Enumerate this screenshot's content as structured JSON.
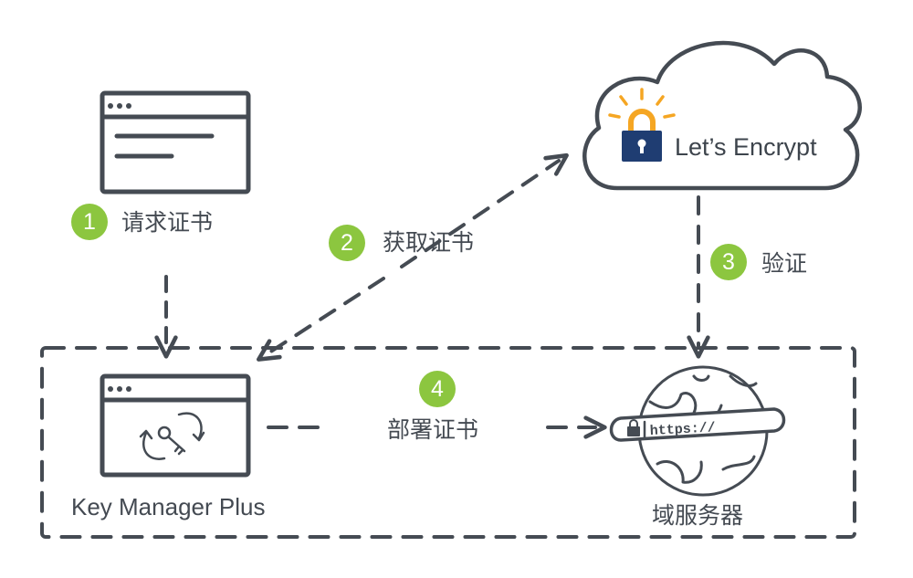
{
  "steps": [
    {
      "number": "1",
      "label": "请求证书"
    },
    {
      "number": "2",
      "label": "获取证书"
    },
    {
      "number": "3",
      "label": "验证"
    },
    {
      "number": "4",
      "label": "部署证书"
    }
  ],
  "nodes": {
    "letsencrypt": "Let’s Encrypt",
    "key_manager": "Key Manager Plus",
    "domain_server": "域服务器",
    "url_text": "https://"
  },
  "colors": {
    "badge": "#8cc63f",
    "stroke": "#454b53",
    "lock_body": "#1f3d72",
    "lock_shackle": "#f5a623"
  }
}
